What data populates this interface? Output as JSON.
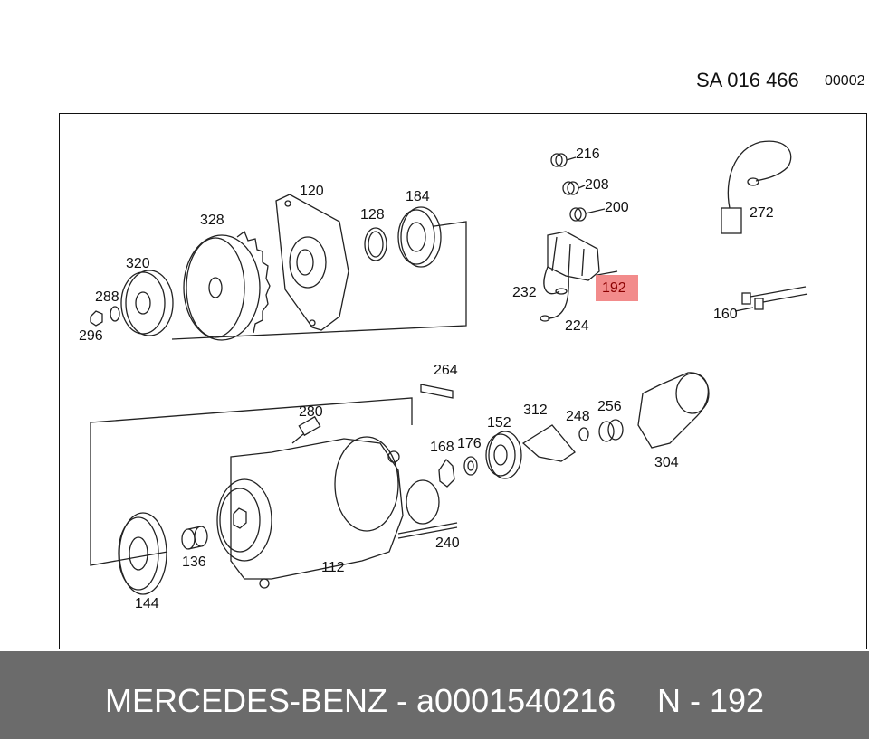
{
  "header": {
    "sheet_code": "SA 016 466",
    "sheet_number": "00002"
  },
  "diagram": {
    "highlighted_part": "192",
    "part_labels": [
      "216",
      "208",
      "200",
      "272",
      "232",
      "224",
      "160",
      "120",
      "184",
      "328",
      "128",
      "320",
      "288",
      "296",
      "264",
      "280",
      "312",
      "152",
      "248",
      "256",
      "168",
      "176",
      "304",
      "240",
      "144",
      "136",
      "112"
    ]
  },
  "footer": {
    "brand_part": "MERCEDES-BENZ - a0001540216",
    "position": "N - 192"
  },
  "colors": {
    "highlight": "#f28b8b",
    "footer_bg": "#6b6b6b"
  }
}
